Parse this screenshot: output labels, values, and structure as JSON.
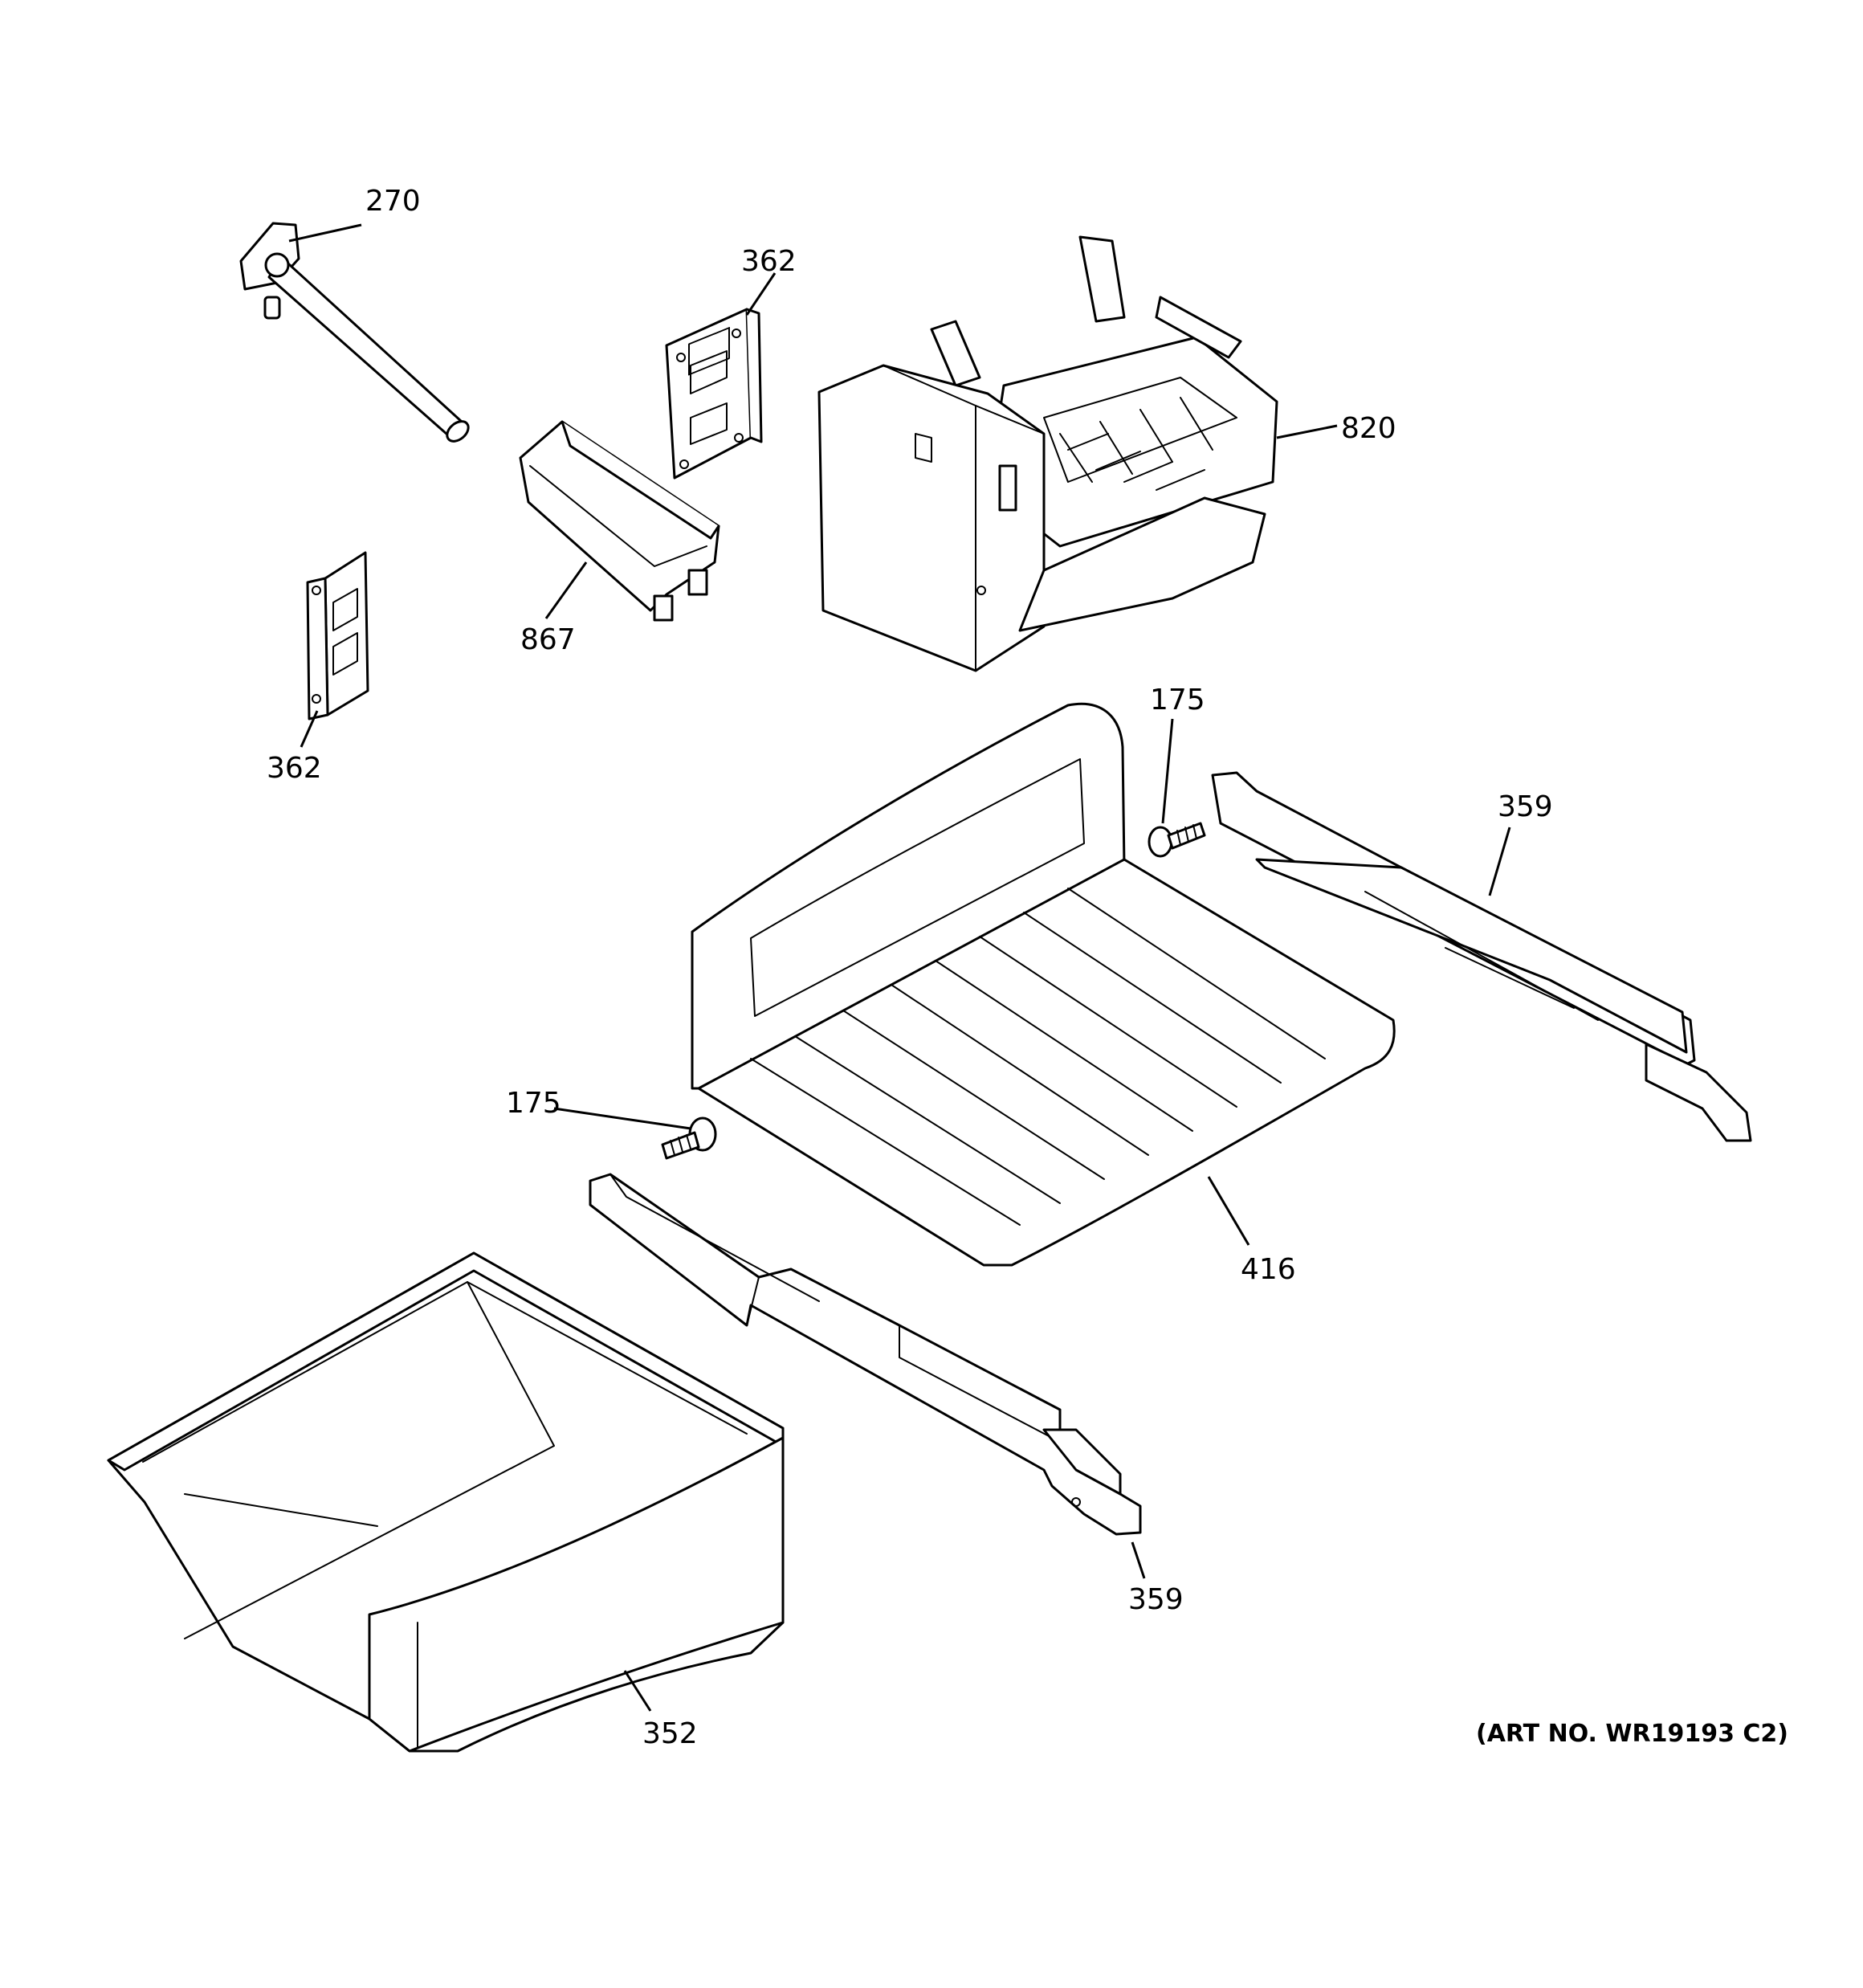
{
  "diagram": {
    "art_number": "(ART NO. WR19193 C2)",
    "callouts": {
      "fill_tube": "270",
      "bracket_upper": "362",
      "bracket_lower": "362",
      "icemaker": "820",
      "shield": "867",
      "screw_upper": "175",
      "screw_lower": "175",
      "rail_right": "359",
      "rail_left": "359",
      "tray": "416",
      "bucket": "352"
    }
  }
}
